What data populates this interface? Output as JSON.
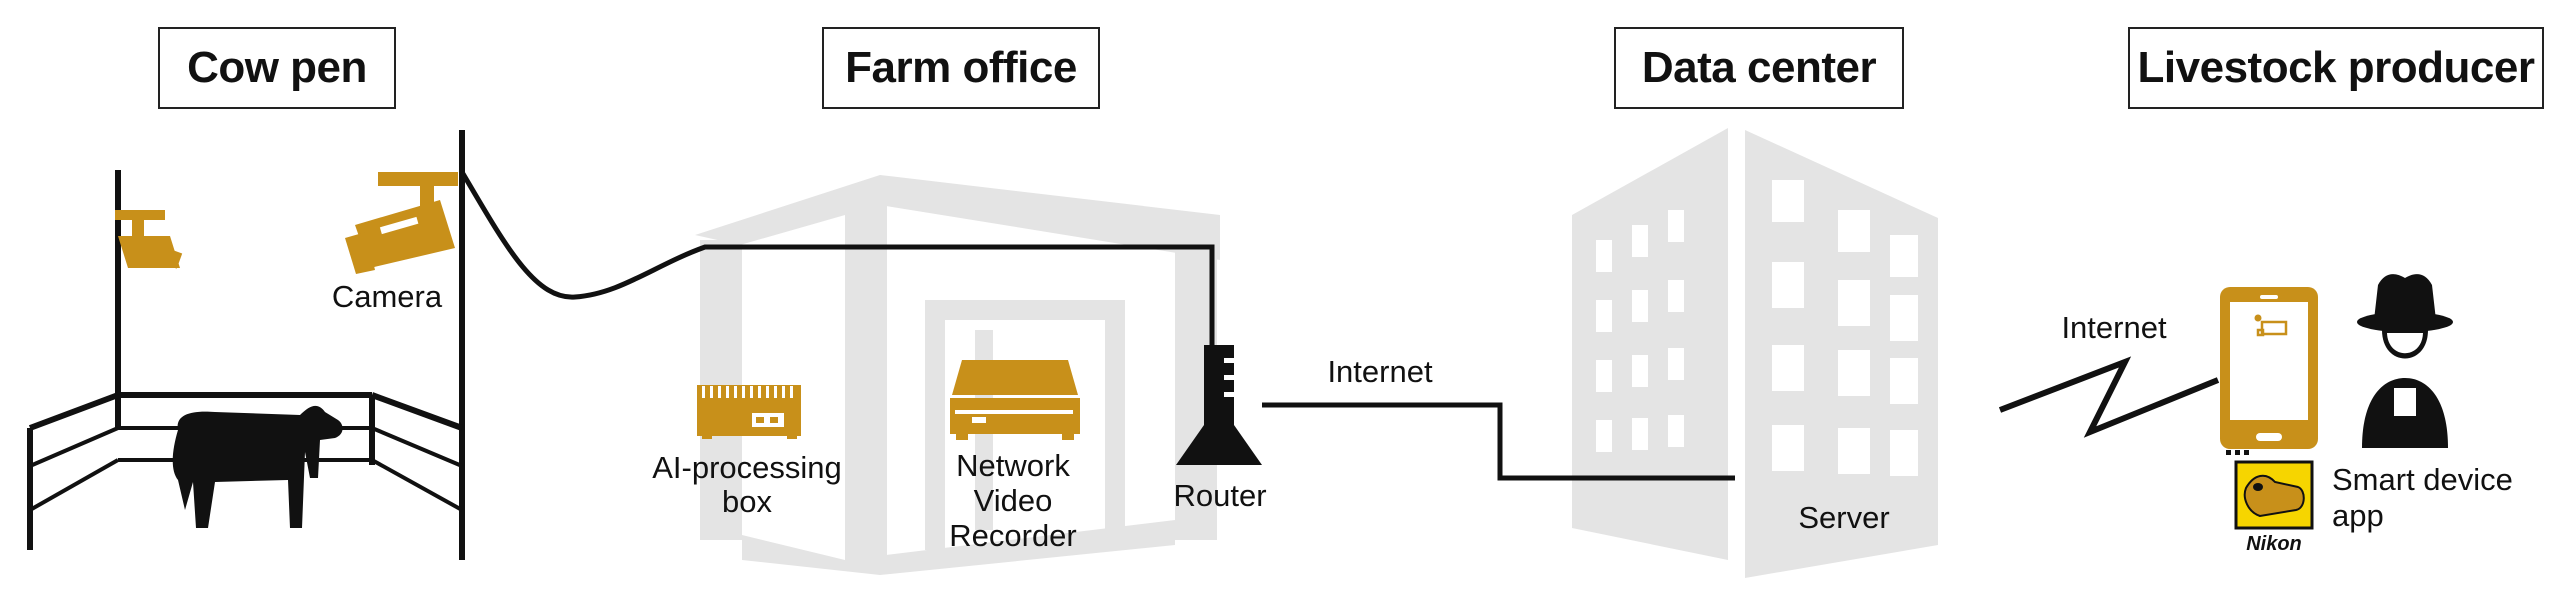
{
  "sections": {
    "cow_pen": "Cow pen",
    "farm_office": "Farm office",
    "data_center": "Data center",
    "livestock_producer": "Livestock producer"
  },
  "labels": {
    "camera": "Camera",
    "ai_box_line1": "AI-processing",
    "ai_box_line2": "box",
    "nvr_line1": "Network",
    "nvr_line2": "Video",
    "nvr_line3": "Recorder",
    "router": "Router",
    "internet_left": "Internet",
    "server": "Server",
    "internet_right": "Internet",
    "smart_line1": "Smart device",
    "smart_line2": "app",
    "brand": "Nikon"
  },
  "colors": {
    "accent": "#C8901A",
    "line": "#1a1a1a",
    "building": "#E4E4E4"
  }
}
